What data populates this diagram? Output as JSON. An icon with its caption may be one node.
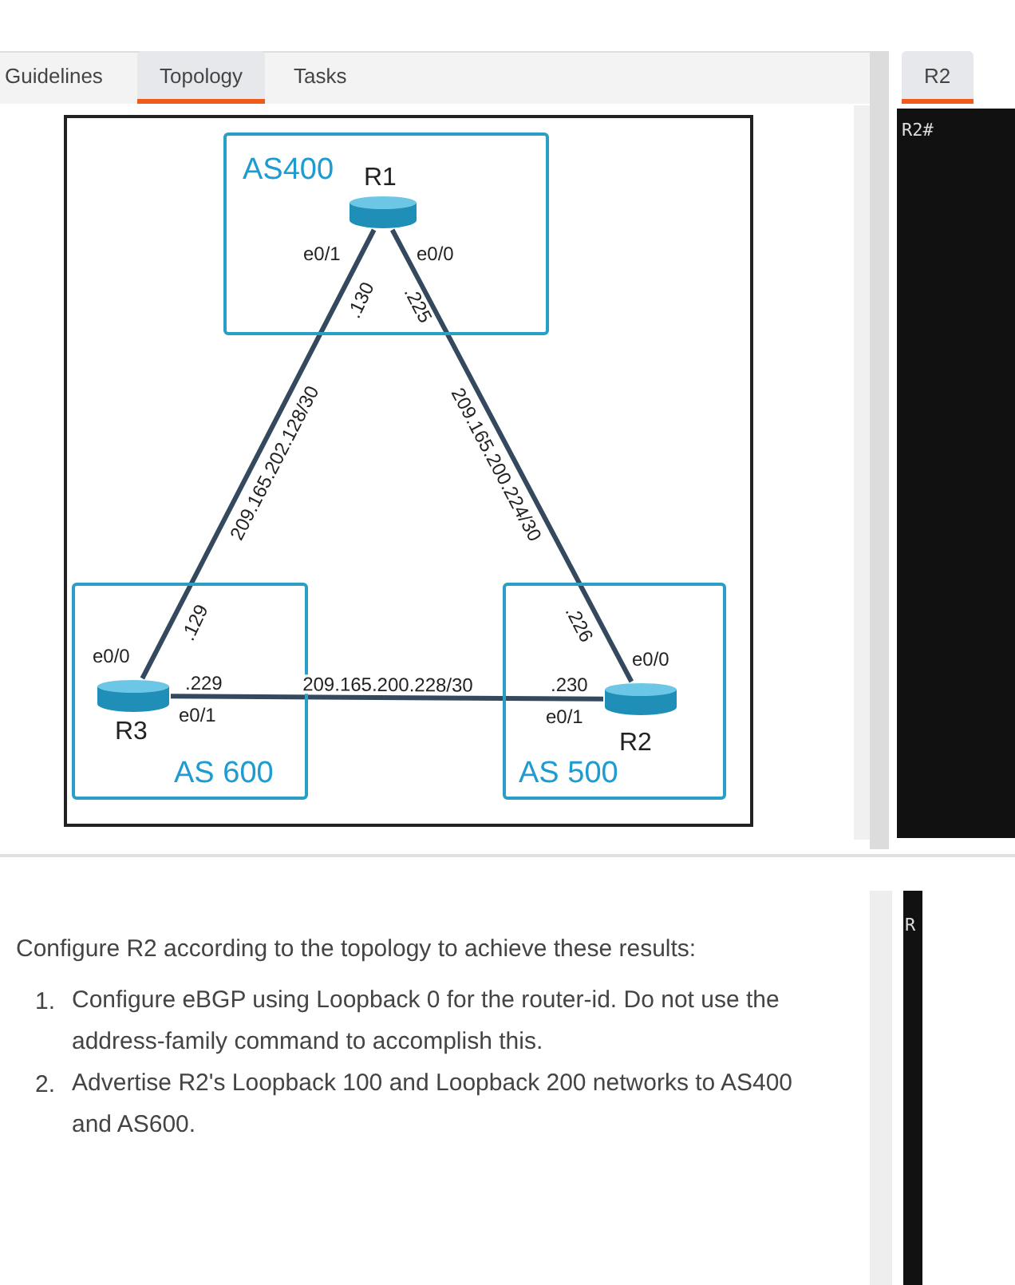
{
  "diagram": {
    "nodes": [
      {
        "text": [
          "AS400"
        ]
      },
      {
        "text": [
          "R1"
        ],
        "in": 0
      },
      {
        "text": [
          "AS 600"
        ]
      },
      {
        "text": [
          "R3"
        ],
        "in": 2
      },
      {
        "text": [
          "AS 500"
        ]
      },
      {
        "text": [
          "R2"
        ],
        "in": 4
      }
    ],
    "edges": [
      {
        "from": 1,
        "to": 3,
        "arrow": "none",
        "label": "209.165.202.128/30"
      },
      {
        "from": 1,
        "to": 5,
        "arrow": "none",
        "label": "209.165.200.224/30"
      },
      {
        "from": 3,
        "to": 5,
        "arrow": "none",
        "label": "209.165.200.228/30"
      }
    ],
    "labels": [
      "Guidelines",
      "Topology",
      "Tasks",
      "R2",
      "R2#",
      "e0/1",
      ".130",
      "e0/0",
      ".225",
      ".129",
      "e0/0",
      ".229",
      "e0/1",
      ".226",
      "e0/0",
      ".230",
      "e0/1",
      "Configure R2 according to the topology to achieve these results:",
      "1.",
      "Configure eBGP using Loopback 0 for the router-id. Do not use the address-family command to accomplish this.",
      "2.",
      "Advertise R2's Loopback 100 and Loopback 200 networks to AS400 and AS600.",
      "R"
    ]
  }
}
